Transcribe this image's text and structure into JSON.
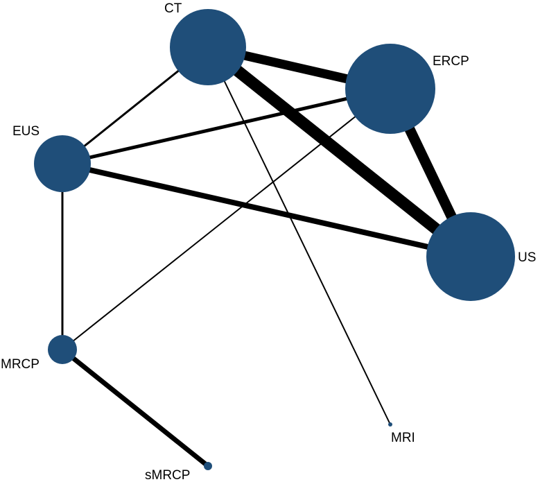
{
  "colors": {
    "node": "#1f4e79",
    "edge": "#000000",
    "background": "#ffffff"
  },
  "nodes": [
    {
      "id": "CT",
      "label": "CT"
    },
    {
      "id": "ERCP",
      "label": "ERCP"
    },
    {
      "id": "EUS",
      "label": "EUS"
    },
    {
      "id": "US",
      "label": "US"
    },
    {
      "id": "MRCP",
      "label": "MRCP"
    },
    {
      "id": "MRI",
      "label": "MRI"
    },
    {
      "id": "sMRCP",
      "label": "sMRCP"
    }
  ],
  "edges": [
    {
      "from": "CT",
      "to": "US"
    },
    {
      "from": "ERCP",
      "to": "US"
    },
    {
      "from": "CT",
      "to": "ERCP"
    },
    {
      "from": "EUS",
      "to": "US"
    },
    {
      "from": "MRCP",
      "to": "sMRCP"
    },
    {
      "from": "EUS",
      "to": "ERCP"
    },
    {
      "from": "CT",
      "to": "EUS"
    },
    {
      "from": "EUS",
      "to": "MRCP"
    },
    {
      "from": "ERCP",
      "to": "MRCP"
    },
    {
      "from": "CT",
      "to": "MRI"
    }
  ]
}
